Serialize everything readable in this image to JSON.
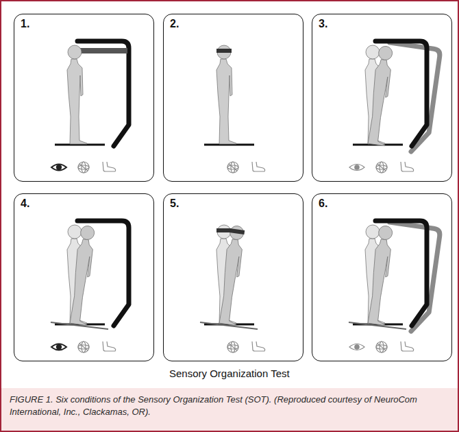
{
  "diagram": {
    "caption": "FIGURE 1. Six conditions of the Sensory Organization Test (SOT). (Reproduced courtesy of NeuroCom International, Inc., Clackamas, OR).",
    "nodes": [
      {
        "text": [
          "Sensory Organization Test"
        ]
      },
      {
        "text": [
          "1."
        ],
        "in": 0
      },
      {
        "text": [
          "2."
        ],
        "in": 0
      },
      {
        "text": [
          "3."
        ],
        "in": 0
      },
      {
        "text": [
          "4."
        ],
        "in": 0
      },
      {
        "text": [
          "5."
        ],
        "in": 0
      },
      {
        "text": [
          "6."
        ],
        "in": 0
      }
    ]
  }
}
